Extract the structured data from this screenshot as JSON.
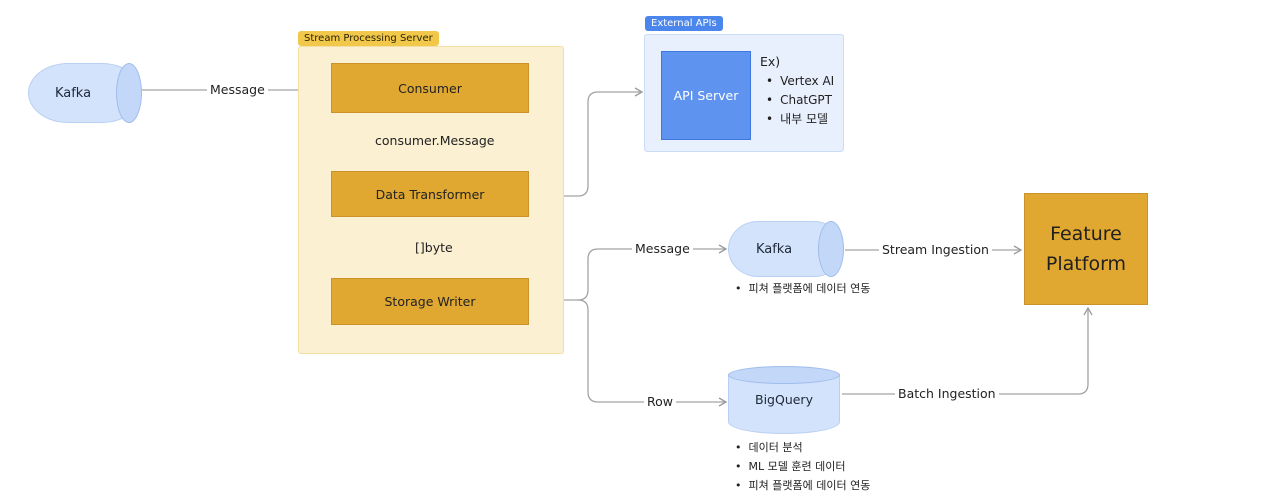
{
  "source": {
    "label": "Kafka"
  },
  "edges": {
    "kafka_to_consumer": "Message",
    "consumer_to_transformer": "consumer.Message",
    "transformer_to_writer": "[]byte",
    "writer_to_kafka": "Message",
    "writer_to_bigquery": "Row",
    "kafka_to_feature": "Stream Ingestion",
    "bigquery_to_feature": "Batch Ingestion"
  },
  "stream_server": {
    "tag": "Stream Processing Server",
    "consumer": "Consumer",
    "transformer": "Data Transformer",
    "writer": "Storage Writer"
  },
  "external_apis": {
    "tag": "External APIs",
    "api_server": "API Server",
    "examples_title": "Ex)",
    "examples": [
      "Vertex AI",
      "ChatGPT",
      "내부 모델"
    ]
  },
  "kafka_sink": {
    "label": "Kafka",
    "notes": [
      "피쳐 플랫폼에 데이터 연동"
    ]
  },
  "bigquery": {
    "label": "BigQuery",
    "notes": [
      "데이터 분석",
      "ML 모델 훈련 데이터",
      "피쳐 플랫폼에 데이터 연동"
    ]
  },
  "feature_platform": {
    "line1": "Feature",
    "line2": "Platform"
  },
  "colors": {
    "process_fill": "#e0a831",
    "server_bg": "#fbf0d2",
    "storage_fill": "#d3e3fb",
    "api_fill": "#5e93ef",
    "ext_bg": "#e8f0fd",
    "tag_yellow": "#f2c84b",
    "tag_blue": "#4b86ec"
  }
}
